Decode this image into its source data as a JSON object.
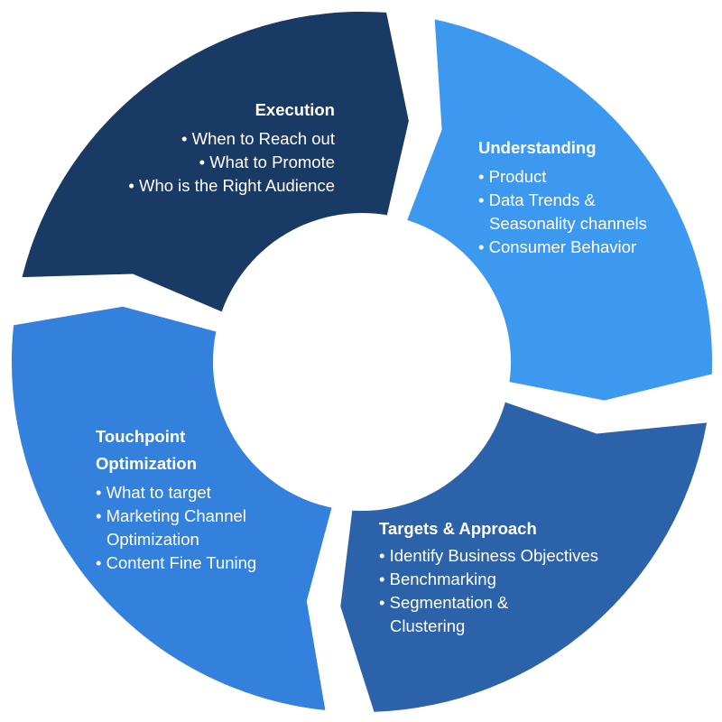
{
  "colors": {
    "execution": "#1a3a66",
    "understanding": "#3d99f0",
    "targets": "#2c62a9",
    "touchpoint": "#3481dd",
    "hub": "#ffffff"
  },
  "segments": {
    "execution": {
      "title": "Execution",
      "items": [
        "• When to Reach out",
        "• What to Promote",
        "• Who is the Right Audience"
      ]
    },
    "understanding": {
      "title": "Understanding",
      "items": [
        "• Product",
        "• Data Trends &",
        "Seasonality channels",
        "• Consumer Behavior"
      ]
    },
    "targets": {
      "title": "Targets & Approach",
      "items": [
        "• Identify Business Objectives",
        "• Benchmarking",
        "• Segmentation &",
        "Clustering"
      ]
    },
    "touchpoint": {
      "title_line1": "Touchpoint",
      "title_line2": "Optimization",
      "items": [
        "• What to target",
        "• Marketing Channel",
        "Optimization",
        "• Content Fine Tuning"
      ]
    }
  }
}
